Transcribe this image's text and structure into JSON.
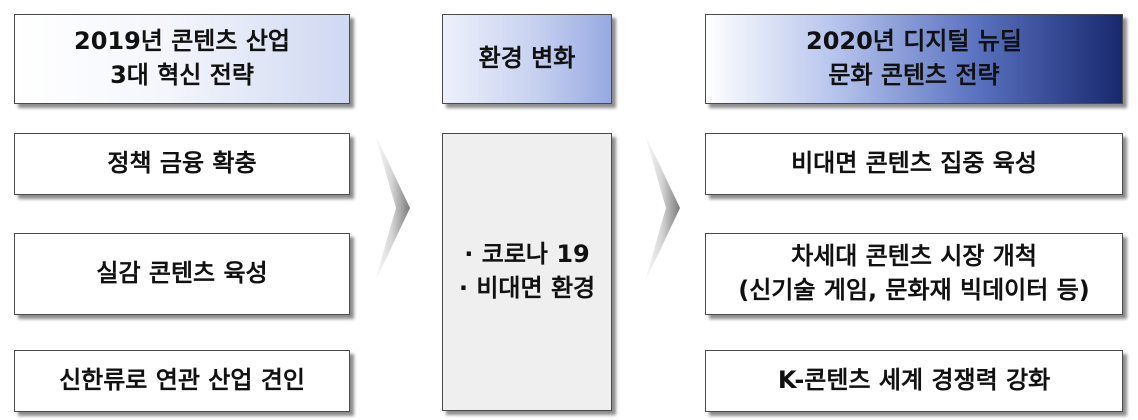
{
  "left": {
    "header": [
      "2019년 콘텐츠 산업",
      "3대 혁신 전략"
    ],
    "items": [
      "정책 금융 확충",
      "실감 콘텐츠 육성",
      "신한류로 연관 산업 견인"
    ]
  },
  "middle": {
    "header": "환경 변화",
    "items": [
      "· 코로나 19",
      "· 비대면 환경"
    ]
  },
  "right": {
    "header": [
      "2020년 디지털 뉴딜",
      "문화 콘텐츠 전략"
    ],
    "items": [
      {
        "lines": [
          "비대면 콘텐츠 집중 육성"
        ]
      },
      {
        "lines": [
          "차세대 콘텐츠 시장 개척",
          "(신기술 게임, 문화재 빅데이터 등)"
        ]
      },
      {
        "lines": [
          "K-콘텐츠 세계 경쟁력 강화"
        ]
      }
    ]
  },
  "arrow_icon": "chevron-right-icon",
  "colors": {
    "border": "#4a4a4a",
    "header_dark": "#18286e",
    "header_light": "#cfd8f2",
    "middle_fill": "#efefef"
  }
}
